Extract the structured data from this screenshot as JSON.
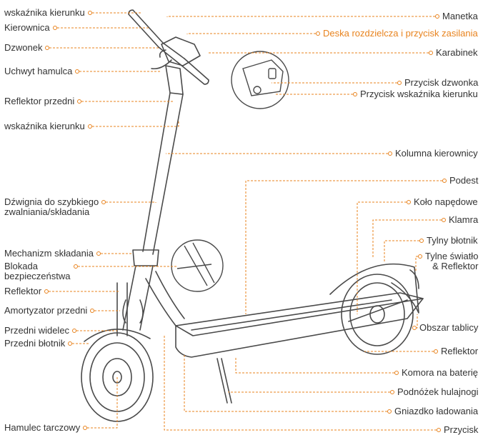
{
  "accent_color": "#e8831e",
  "line_color": "#333333",
  "labels_left": [
    {
      "id": "turn-indicator-top",
      "text": "wskaźnika kierunku"
    },
    {
      "id": "handlebar",
      "text": "Kierownica"
    },
    {
      "id": "bell",
      "text": "Dzwonek"
    },
    {
      "id": "brake-lever",
      "text": "Uchwyt hamulca"
    },
    {
      "id": "front-reflector",
      "text": "Reflektor przedni"
    },
    {
      "id": "turn-indicator-lower",
      "text": "wskaźnika kierunku"
    },
    {
      "id": "quick-release-lever",
      "text": "Dźwignia do szybkiego\nzwalniania/składania"
    },
    {
      "id": "folding-mechanism",
      "text": "Mechanizm składania"
    },
    {
      "id": "safety-lock",
      "text": "Blokada\nbezpieczeństwa"
    },
    {
      "id": "reflector",
      "text": "Reflektor"
    },
    {
      "id": "front-shock",
      "text": "Amortyzator przedni"
    },
    {
      "id": "front-fork",
      "text": "Przedni widelec"
    },
    {
      "id": "front-fender",
      "text": "Przedni błotnik"
    },
    {
      "id": "disc-brake",
      "text": "Hamulec tarczowy"
    }
  ],
  "labels_right": [
    {
      "id": "throttle",
      "text": "Manetka"
    },
    {
      "id": "dashboard",
      "text": "Deska rozdzielcza i przycisk zasilania",
      "highlight": true
    },
    {
      "id": "carabiner",
      "text": "Karabinek"
    },
    {
      "id": "bell-button",
      "text": "Przycisk dzwonka"
    },
    {
      "id": "indicator-button",
      "text": "Przycisk wskaźnika kierunku"
    },
    {
      "id": "steering-column",
      "text": "Kolumna kierownicy"
    },
    {
      "id": "deck",
      "text": "Podest"
    },
    {
      "id": "drive-wheel",
      "text": "Koło napędowe"
    },
    {
      "id": "clamp",
      "text": "Klamra"
    },
    {
      "id": "rear-fender",
      "text": "Tylny błotnik"
    },
    {
      "id": "tail-light",
      "text": "Tylne światło\n& Reflektor"
    },
    {
      "id": "plate-area",
      "text": "Obszar tablicy"
    },
    {
      "id": "rear-reflector",
      "text": "Reflektor"
    },
    {
      "id": "battery-compartment",
      "text": "Komora na baterię"
    },
    {
      "id": "kickstand",
      "text": "Podnóżek hulajnogi"
    },
    {
      "id": "charging-port",
      "text": "Gniazdko ładowania"
    },
    {
      "id": "button",
      "text": "Przycisk"
    }
  ]
}
